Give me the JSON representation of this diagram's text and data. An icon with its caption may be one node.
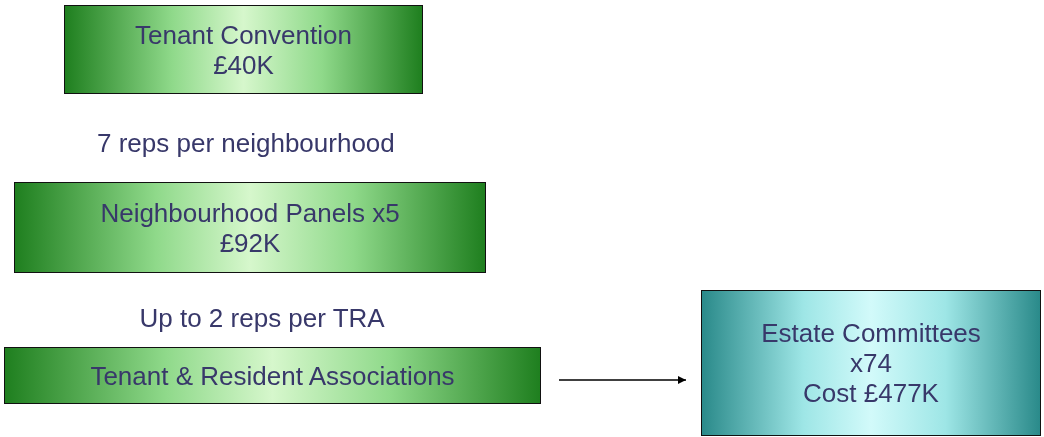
{
  "diagram": {
    "nodes": [
      {
        "text": [
          "Tenant Convention",
          "£40K"
        ]
      },
      {
        "text": [
          "Neighbourhood Panels x5",
          "£92K"
        ]
      },
      {
        "text": [
          "Tenant & Resident Associations"
        ]
      },
      {
        "text": [
          "Estate Committees",
          "x74",
          "Cost £477K"
        ]
      }
    ],
    "edges": [
      {
        "from": 2,
        "to": 3,
        "arrow": "to"
      }
    ],
    "labels": [
      "7 reps per neighbourhood",
      "Up to 2 reps per TRA"
    ]
  }
}
